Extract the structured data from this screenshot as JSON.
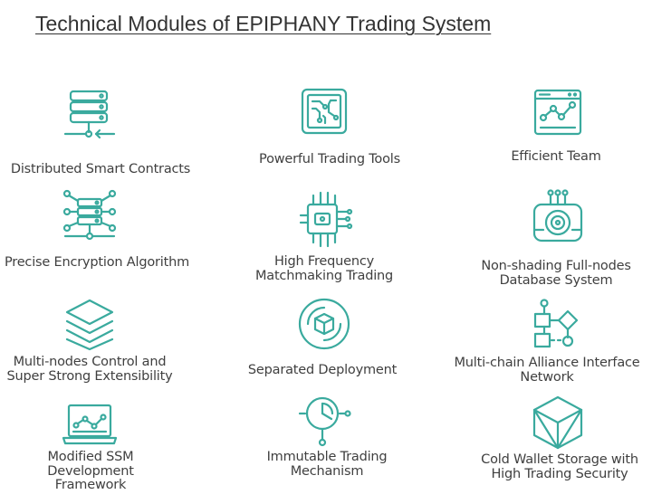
{
  "title": "Technical Modules of EPIPHANY Trading System",
  "accent_color": "#3aaa9e",
  "modules": [
    {
      "label": "Distributed Smart Contracts",
      "icon": "server-stack-icon"
    },
    {
      "label": "Powerful Trading Tools",
      "icon": "circuit-board-icon"
    },
    {
      "label": "Efficient Team",
      "icon": "browser-chart-icon"
    },
    {
      "label": "Precise Encryption Algorithm",
      "icon": "server-network-icon"
    },
    {
      "label": "High Frequency\nMatchmaking Trading",
      "icon": "cpu-chip-icon"
    },
    {
      "label": "Non-shading Full-nodes\nDatabase System",
      "icon": "database-disk-icon"
    },
    {
      "label": "Multi-nodes Control and\nSuper Strong Extensibility",
      "icon": "layers-icon"
    },
    {
      "label": "Separated Deployment",
      "icon": "cube-circle-icon"
    },
    {
      "label": "Multi-chain Alliance Interface\nNetwork",
      "icon": "flowchart-icon"
    },
    {
      "label": "Modified SSM\nDevelopment\nFramework",
      "icon": "laptop-chart-icon"
    },
    {
      "label": "Immutable Trading\nMechanism",
      "icon": "magnifier-chart-icon"
    },
    {
      "label": "Cold Wallet Storage with\nHigh Trading Security",
      "icon": "cube-icon"
    }
  ]
}
